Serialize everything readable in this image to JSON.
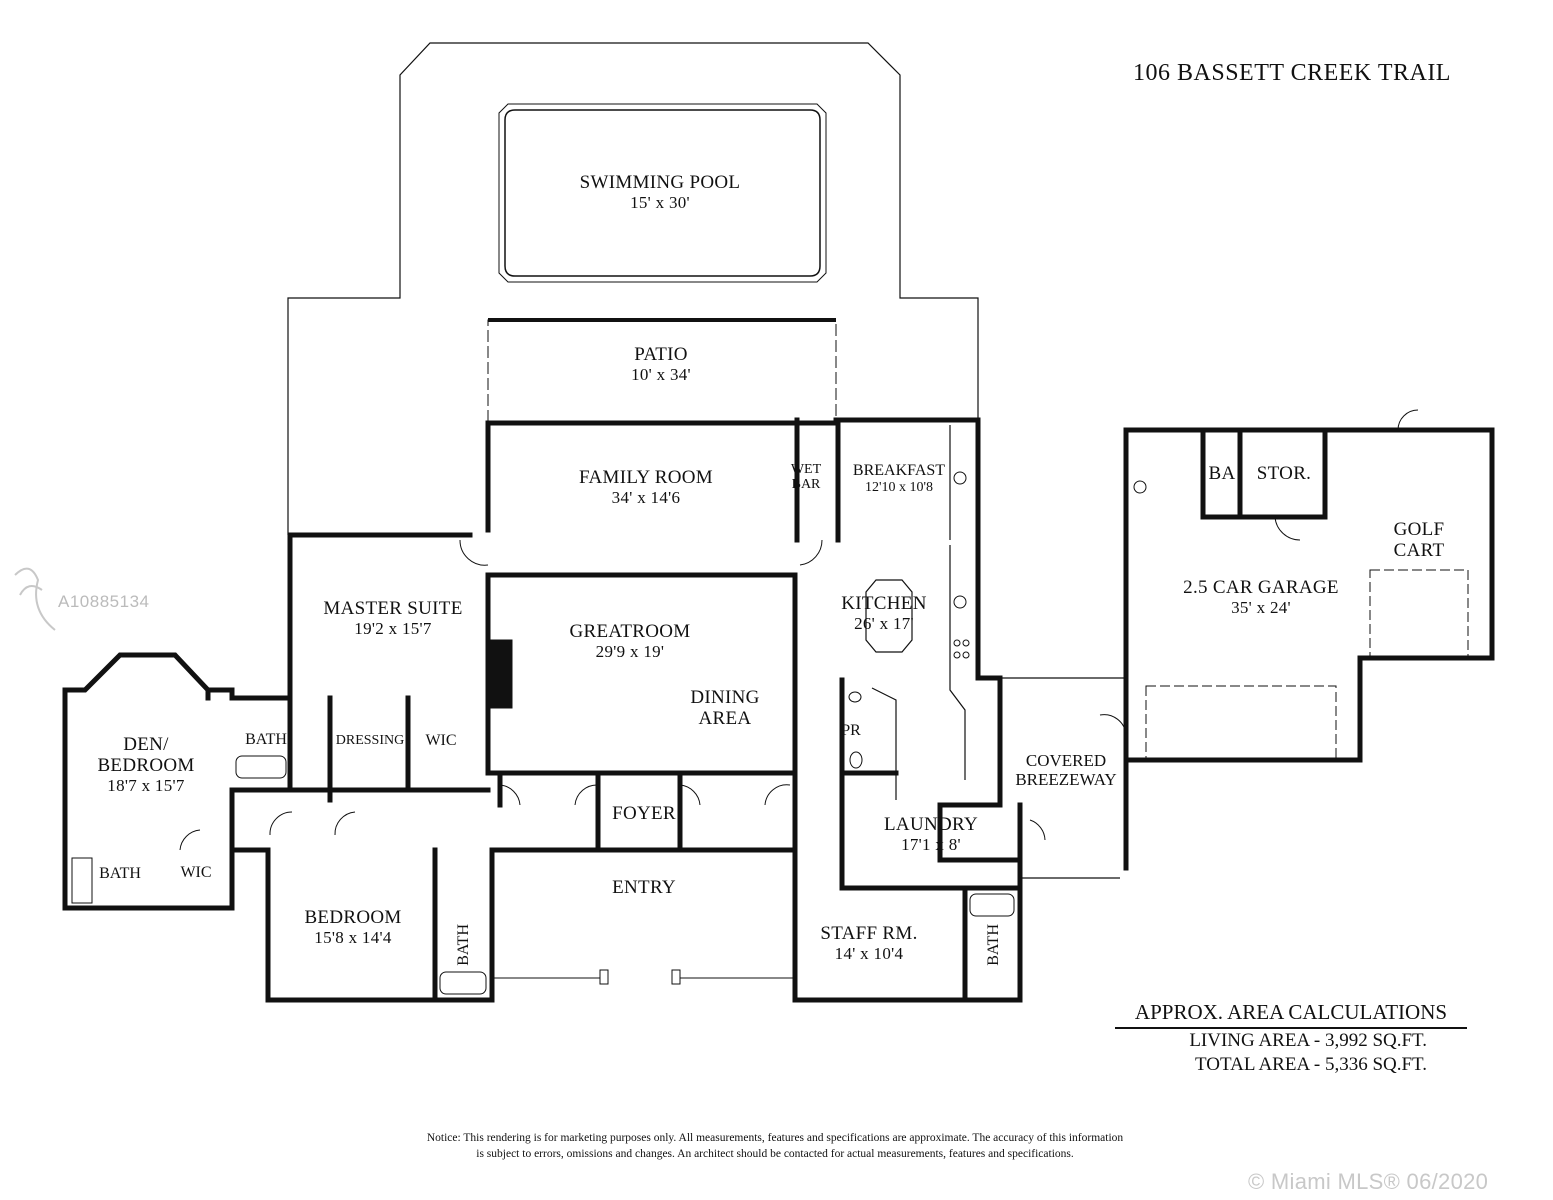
{
  "title": "106 BASSETT CREEK TRAIL",
  "rooms": {
    "pool": {
      "name": "SWIMMING POOL",
      "dim": "15' x 30'"
    },
    "patio": {
      "name": "PATIO",
      "dim": "10' x 34'"
    },
    "family": {
      "name": "FAMILY ROOM",
      "dim": "34' x 14'6"
    },
    "wetbar": {
      "name1": "WET",
      "name2": "BAR"
    },
    "breakfast": {
      "name": "BREAKFAST",
      "dim": "12'10 x 10'8"
    },
    "kitchen": {
      "name": "KITCHEN",
      "dim": "26' x 17'"
    },
    "greatroom": {
      "name": "GREATROOM",
      "dim": "29'9 x 19'"
    },
    "dining": {
      "name1": "DINING",
      "name2": "AREA"
    },
    "master": {
      "name": "MASTER SUITE",
      "dim": "19'2 x 15'7"
    },
    "den": {
      "name1": "DEN/",
      "name2": "BEDROOM",
      "dim": "18'7 x 15'7"
    },
    "bath_master": "BATH",
    "dressing": "DRESSING",
    "wic_master": "WIC",
    "bath_den": "BATH",
    "wic_den": "WIC",
    "bedroom": {
      "name": "BEDROOM",
      "dim": "15'8 x 14'4"
    },
    "bath_bedroom": "BATH",
    "foyer": "FOYER",
    "entry": "ENTRY",
    "pr": "PR",
    "laundry": {
      "name": "LAUNDRY",
      "dim": "17'1 x 8'"
    },
    "staff": {
      "name": "STAFF RM.",
      "dim": "14' x 10'4"
    },
    "bath_staff": "BATH",
    "breezeway": {
      "name1": "COVERED",
      "name2": "BREEZEWAY"
    },
    "garage": {
      "name": "2.5 CAR GARAGE",
      "dim": "35' x 24'"
    },
    "golf": {
      "name1": "GOLF",
      "name2": "CART"
    },
    "ba": "BA",
    "stor": "STOR."
  },
  "area": {
    "heading": "APPROX. AREA CALCULATIONS",
    "living": "LIVING AREA - 3,992 SQ.FT.",
    "total": "TOTAL AREA - 5,336 SQ.FT."
  },
  "notice": {
    "line1": "Notice: This rendering is for marketing purposes only. All measurements, features and specifications are approximate. The accuracy of this information",
    "line2": "is subject to errors, omissions and changes. An architect should be contacted for actual measurements, features and specifications."
  },
  "watermark": "A10885134",
  "mls": "© Miami MLS® 06/2020"
}
